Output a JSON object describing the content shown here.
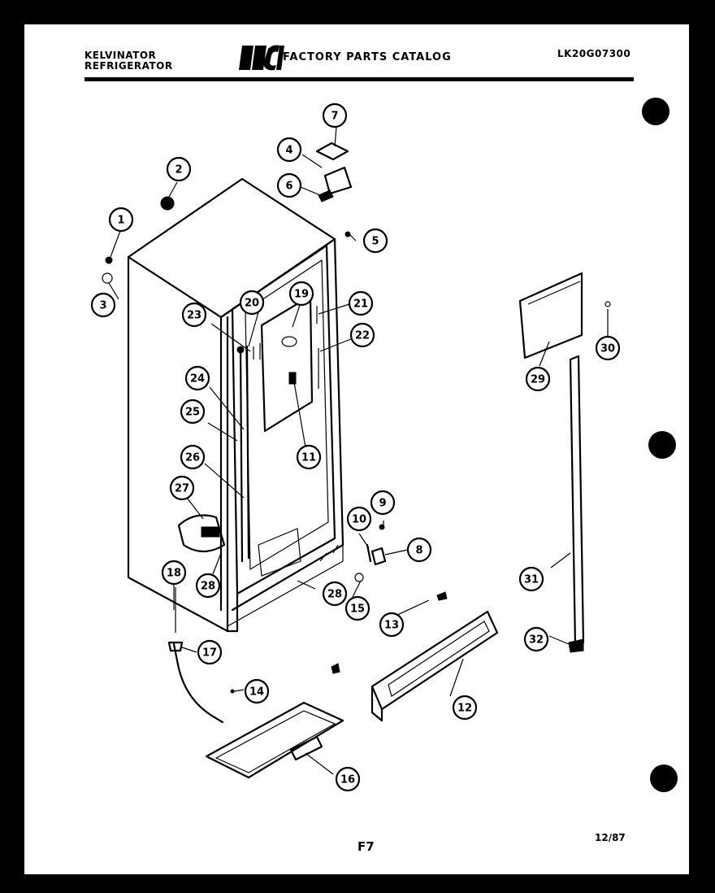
{
  "header": {
    "brand_line1": "KELVINATOR",
    "brand_line2": "REFRIGERATOR",
    "logo": "WCI",
    "catalog_title": "FACTORY PARTS CATALOG",
    "catalog_number": "LK20G07300"
  },
  "footer": {
    "page": "F7",
    "date": "12/87"
  },
  "callouts": [
    {
      "id": "c1",
      "label": "1"
    },
    {
      "id": "c2",
      "label": "2"
    },
    {
      "id": "c3",
      "label": "3"
    },
    {
      "id": "c4",
      "label": "4"
    },
    {
      "id": "c5",
      "label": "5"
    },
    {
      "id": "c6",
      "label": "6"
    },
    {
      "id": "c7",
      "label": "7"
    },
    {
      "id": "c8",
      "label": "8"
    },
    {
      "id": "c9",
      "label": "9"
    },
    {
      "id": "c10",
      "label": "10"
    },
    {
      "id": "c11",
      "label": "11"
    },
    {
      "id": "c12",
      "label": "12"
    },
    {
      "id": "c13",
      "label": "13"
    },
    {
      "id": "c14",
      "label": "14"
    },
    {
      "id": "c15",
      "label": "15"
    },
    {
      "id": "c16",
      "label": "16"
    },
    {
      "id": "c17",
      "label": "17"
    },
    {
      "id": "c18",
      "label": "18"
    },
    {
      "id": "c19",
      "label": "19"
    },
    {
      "id": "c20",
      "label": "20"
    },
    {
      "id": "c21",
      "label": "21"
    },
    {
      "id": "c22",
      "label": "22"
    },
    {
      "id": "c23",
      "label": "23"
    },
    {
      "id": "c24",
      "label": "24"
    },
    {
      "id": "c25",
      "label": "25"
    },
    {
      "id": "c26",
      "label": "26"
    },
    {
      "id": "c27",
      "label": "27"
    },
    {
      "id": "c28a",
      "label": "28"
    },
    {
      "id": "c28b",
      "label": "28"
    },
    {
      "id": "c29",
      "label": "29"
    },
    {
      "id": "c30",
      "label": "30"
    },
    {
      "id": "c31",
      "label": "31"
    },
    {
      "id": "c32",
      "label": "32"
    }
  ]
}
